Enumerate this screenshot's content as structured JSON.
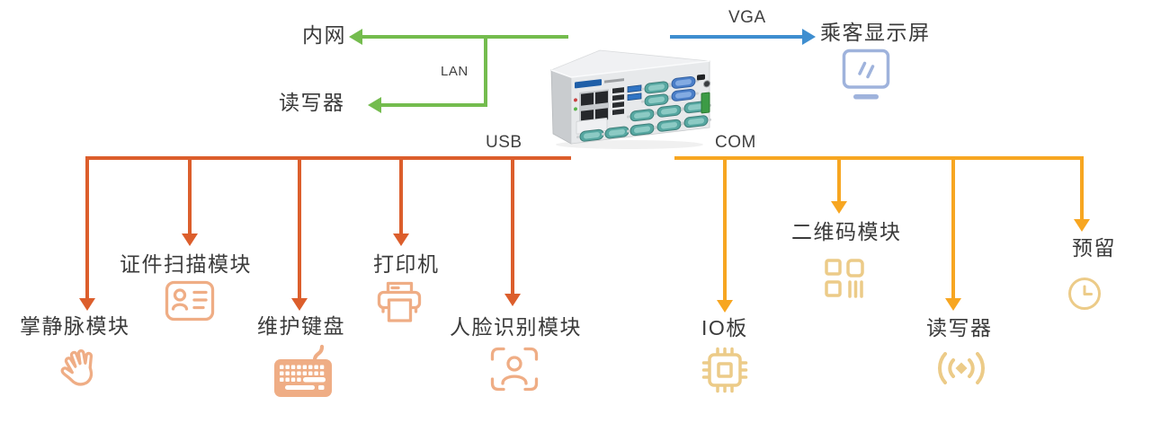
{
  "colors": {
    "lan": "#74BC4E",
    "vga": "#3E8ED0",
    "usb": "#DC5E2C",
    "com": "#F7A621",
    "usb_icon": "#EFAD85",
    "com_icon": "#ECCB88",
    "vga_icon": "#9FB3DC",
    "text": "#3B3B3B"
  },
  "labels": {
    "bus_lan": "LAN",
    "bus_vga": "VGA",
    "bus_usb": "USB",
    "bus_com": "COM",
    "intranet": "内网",
    "lan_reader": "读写器",
    "passenger_display": "乘客显示屏",
    "palm_vein": "掌静脉模块",
    "id_scanner": "证件扫描模块",
    "maintenance_keyboard": "维护键盘",
    "printer": "打印机",
    "face_recognition": "人脸识别模块",
    "io_board": "IO板",
    "qr_module": "二维码模块",
    "com_reader": "读写器",
    "reserved": "预留"
  },
  "icons": {
    "passenger_display": "monitor-icon",
    "palm_vein": "hand-icon",
    "id_scanner": "id-card-icon",
    "maintenance_keyboard": "keyboard-icon",
    "printer": "printer-icon",
    "face_recognition": "face-scan-icon",
    "io_board": "chip-icon",
    "qr_module": "qr-code-icon",
    "com_reader": "rfid-signal-icon",
    "reserved": "clock-icon"
  },
  "connections": [
    {
      "bus": "LAN",
      "color": "#74BC4E",
      "devices": [
        "内网",
        "读写器"
      ]
    },
    {
      "bus": "VGA",
      "color": "#3E8ED0",
      "devices": [
        "乘客显示屏"
      ]
    },
    {
      "bus": "USB",
      "color": "#DC5E2C",
      "devices": [
        "掌静脉模块",
        "证件扫描模块",
        "维护键盘",
        "打印机",
        "人脸识别模块"
      ]
    },
    {
      "bus": "COM",
      "color": "#F7A621",
      "devices": [
        "IO板",
        "二维码模块",
        "读写器",
        "预留"
      ]
    }
  ],
  "device": {
    "type": "industrial-pc",
    "brand_logo": "advantech-blue-logo"
  }
}
